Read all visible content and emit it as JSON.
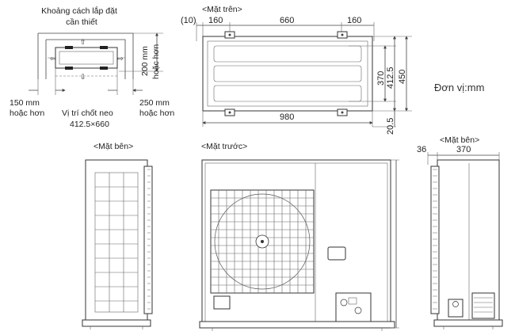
{
  "unit_label": "Đơn vị:mm",
  "clearance": {
    "title_line1": "Khoảng cách lắp đặt",
    "title_line2": "cần thiết",
    "back": "200 mm",
    "back_note": "hoặc hơn",
    "left": "150 mm",
    "left_note": "hoặc hơn",
    "right": "250 mm",
    "right_note": "hoặc hơn",
    "anchor_title": "Vị trí chốt neo",
    "anchor_size": "412.5×660"
  },
  "top_view": {
    "title": "<Mặt trên>",
    "dim_10": "(10)",
    "dim_160a": "160",
    "dim_660": "660",
    "dim_160b": "160",
    "dim_370": "370",
    "dim_4125": "412.5",
    "dim_450": "450",
    "dim_980": "980",
    "dim_205": "20.5"
  },
  "side_view_left": {
    "title": "<Mặt bên>"
  },
  "front_view": {
    "title": "<Mặt trước>"
  },
  "side_view_right": {
    "title": "<Mặt bên>",
    "dim_36": "36",
    "dim_370": "370"
  }
}
